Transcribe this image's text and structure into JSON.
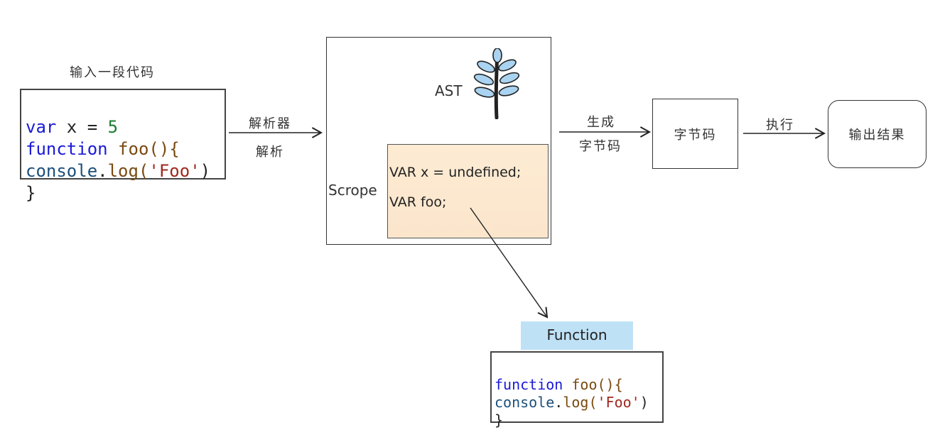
{
  "input": {
    "caption": "输入一段代码",
    "code": {
      "l1": {
        "kw": "var",
        "text": " x = ",
        "num": "5"
      },
      "l2": {
        "kw": "function",
        "sp": " ",
        "fn": "foo(){"
      },
      "l3": {
        "obj": "console",
        "dot": ".",
        "fn": "log(",
        "str": "'Foo'",
        "close": ")"
      },
      "l4": "}"
    }
  },
  "arrow1": {
    "top": "解析器",
    "bottom": "解析"
  },
  "parse_box": {
    "ast_label": "AST",
    "scope_label": "Scrope",
    "scope_lines": [
      "VAR x = undefined;",
      "VAR foo;"
    ]
  },
  "arrow2": {
    "top": "生成",
    "bottom": "字节码"
  },
  "bytecode_box": {
    "label": "字节码"
  },
  "arrow3": {
    "top": "执行"
  },
  "output_box": {
    "label": "输出结果"
  },
  "function_node": {
    "tag": "Function",
    "code": {
      "l1": {
        "kw": "function",
        "sp": " ",
        "fn": "foo(){"
      },
      "l2": {
        "obj": "console",
        "dot": ".",
        "fn": "log(",
        "str": "'Foo'",
        "close": ")"
      },
      "l3": "}"
    }
  },
  "colors": {
    "keyword": "#1a1ad6",
    "number": "#1a7f2e",
    "string": "#a1281e",
    "scope_fill": "#fdebd3",
    "function_tag": "#bfe1f6"
  },
  "icons": {
    "ast": "tree-icon"
  }
}
